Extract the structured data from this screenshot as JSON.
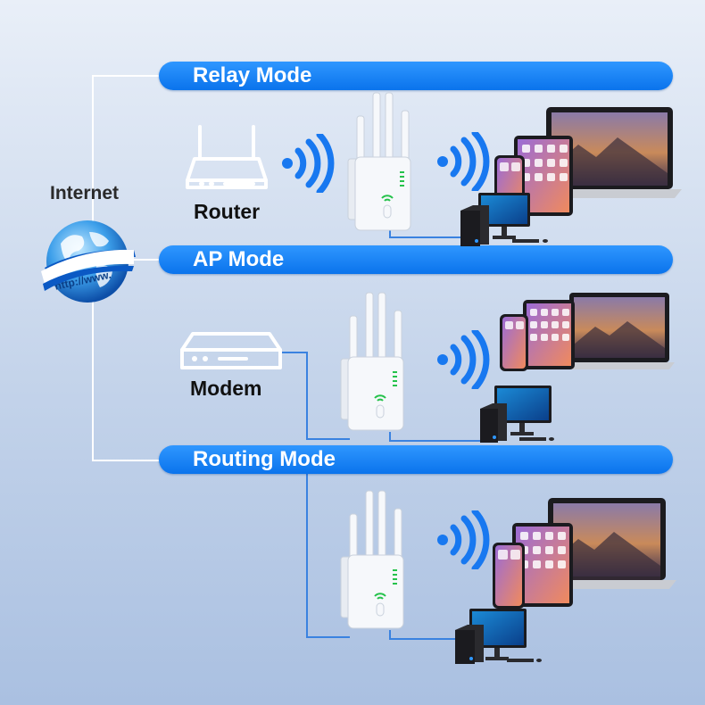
{
  "internet_label": "Internet",
  "globe": {
    "url_text": "http://www."
  },
  "modes": [
    {
      "label": "Relay Mode",
      "source_device": "Router"
    },
    {
      "label": "AP Mode",
      "source_device": "Modem"
    },
    {
      "label": "Routing Mode",
      "source_device": ""
    }
  ],
  "colors": {
    "mode_bar": "#0a73ec",
    "wifi_wave": "#1878f0",
    "connector_line": "#3a82e0",
    "trunk_line": "#ffffff",
    "extender_body": "#ffffff",
    "led_green": "#25c24b"
  },
  "icons": [
    "globe-icon",
    "router-icon",
    "modem-icon",
    "wifi-signal-icon",
    "wifi-extender-icon",
    "laptop-icon",
    "tablet-icon",
    "smartphone-icon",
    "desktop-monitor-icon",
    "pc-tower-icon",
    "keyboard-icon",
    "mouse-icon"
  ]
}
